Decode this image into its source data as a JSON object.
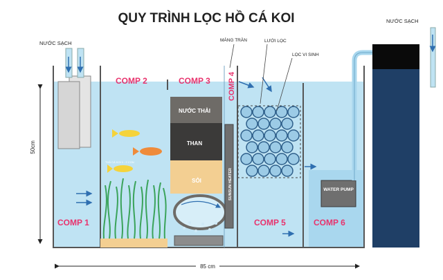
{
  "title": "QUY TRÌNH LỌC HỒ CÁ KOI",
  "labels": {
    "clean_water_left": "NƯỚC SẠCH",
    "clean_water_right": "NƯỚC SẠCH",
    "mang_tran": "MÁNG TRÀN",
    "luoi_loc": "LƯỚI LỌC",
    "loc_vi_sinh": "LỌC VI SINH",
    "height_dim": "50cm",
    "width_dim": "85 cm",
    "nuoc_thai": "NƯỚC THẢI",
    "than": "THAN",
    "soi": "SỎI",
    "water_pump": "WATER PUMP",
    "heater": "SUNSUN HEATER",
    "small_fish_text": "THẢ CÁ KOI 1 - 2 CON"
  },
  "compartments": {
    "comp1": "COMP 1",
    "comp2": "COMP 2",
    "comp3": "COMP 3",
    "comp4": "COMP 4",
    "comp5": "COMP 5",
    "comp6": "COMP 6"
  },
  "colors": {
    "water": "#bfe3f3",
    "comp_label": "#e8336d",
    "dark_tank": "#1f3f66",
    "charcoal": "#3b3a39",
    "gravel": "#f3cf92"
  }
}
